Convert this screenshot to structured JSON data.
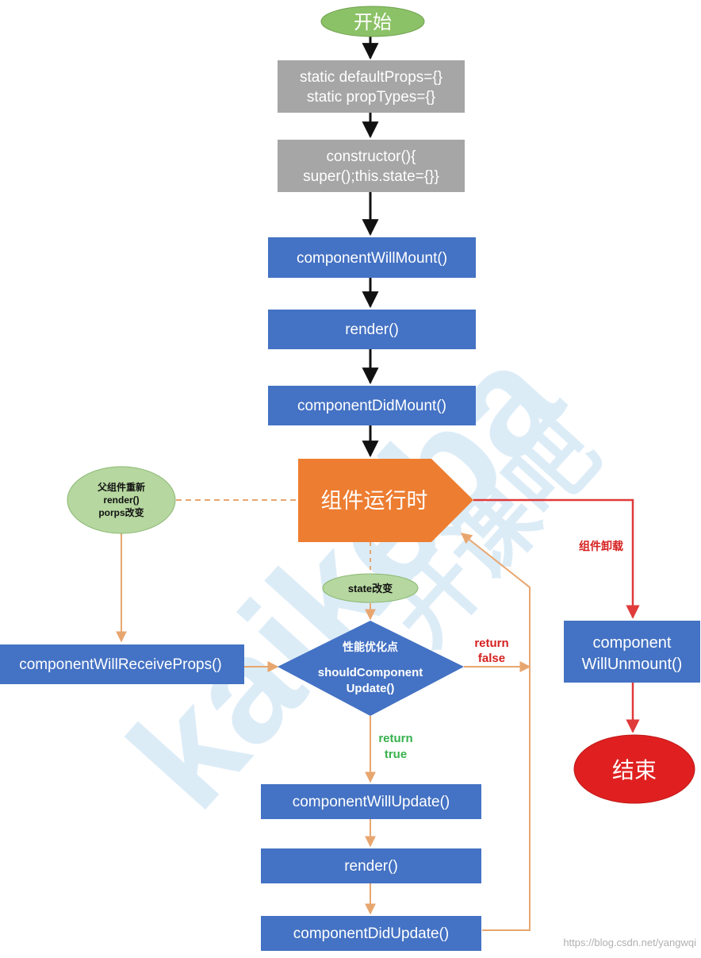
{
  "colors": {
    "blue": "#4472c4",
    "gray": "#a6a6a6",
    "orange": "#ed7d31",
    "green": "#a9d08e",
    "red": "#e02020",
    "edge_orange": "#e8a66f",
    "edge_red": "#e03a3a",
    "edge_black": "#111111",
    "watermark": "#9ec9ea"
  },
  "nodes": {
    "start": "开始",
    "default_props_1": "static defaultProps={}",
    "default_props_2": "static propTypes={}",
    "constructor_1": "constructor(){",
    "constructor_2": "super();this.state={}}",
    "will_mount": "componentWillMount()",
    "render": "render()",
    "did_mount": "componentDidMount()",
    "runtime": "组件运行时",
    "parent_rerender_1": "父组件重新",
    "parent_rerender_2": "render()",
    "parent_rerender_3": "porps改变",
    "will_receive_props": "componentWillReceiveProps()",
    "state_change": "state改变",
    "should_update_1": "性能优化点",
    "should_update_2": "shouldComponent",
    "should_update_3": "Update()",
    "will_update": "componentWillUpdate()",
    "render2": "render()",
    "did_update": "componentDidUpdate()",
    "will_unmount_1": "component",
    "will_unmount_2": "WillUnmount()",
    "end": "结束"
  },
  "edge_labels": {
    "return_false_1": "return",
    "return_false_2": "false",
    "return_true_1": "return",
    "return_true_2": "true",
    "unmount": "组件卸载"
  },
  "watermark": {
    "brand_text": "kaikeba",
    "cn_text": "开课吧",
    "credit": "https://blog.csdn.net/yangwqi"
  }
}
